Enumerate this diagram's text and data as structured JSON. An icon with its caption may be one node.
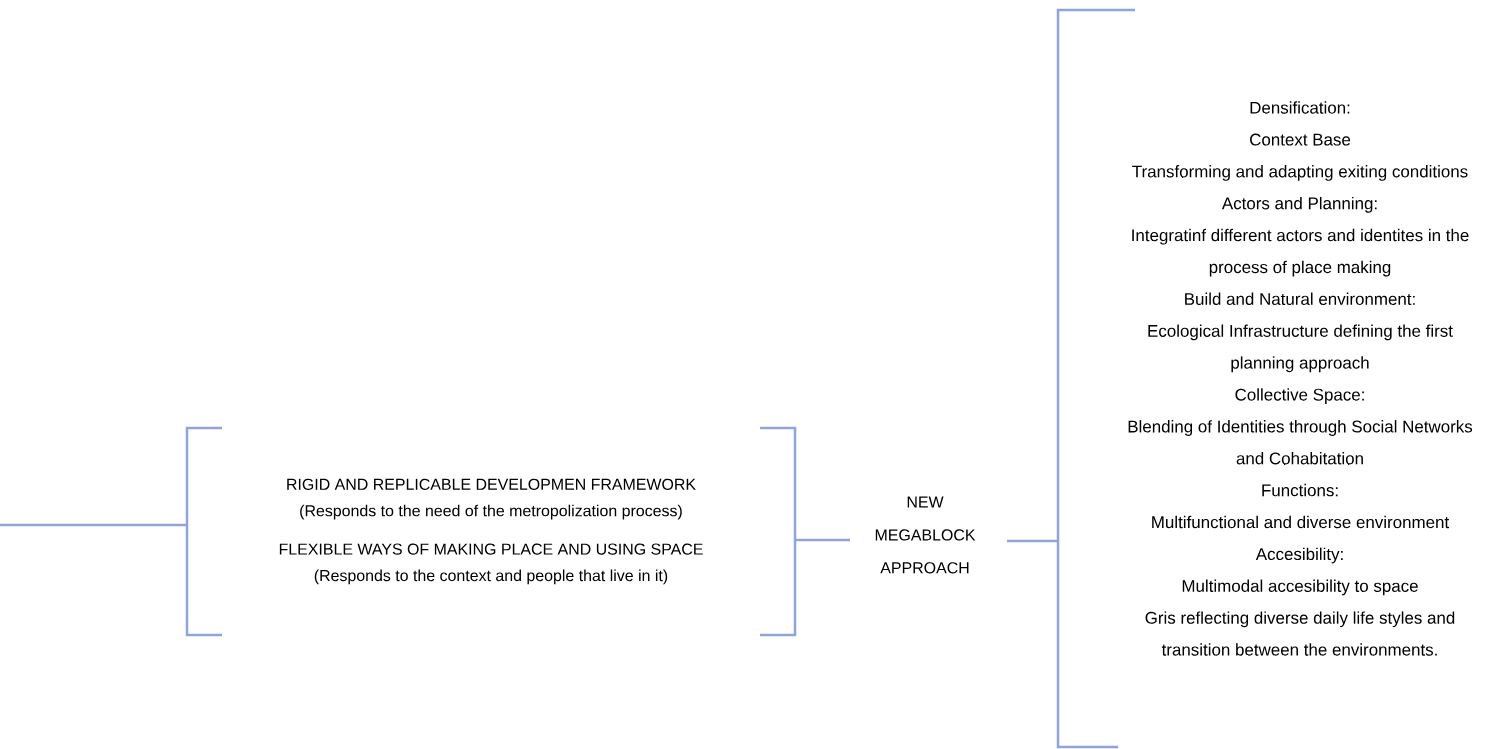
{
  "diagram": {
    "nodes": [
      {
        "text": [
          "RIGID AND REPLICABLE DEVELOPMEN FRAMEWORK",
          "(Responds to the need of the metropolization process)",
          "FLEXIBLE WAYS OF MAKING PLACE AND USING SPACE",
          "(Responds to the context and people that live in it)"
        ]
      },
      {
        "text": [
          "NEW MEGABLOCK APPROACH"
        ]
      },
      {
        "text": [
          "Densification:",
          "Context Base",
          "Transforming and adapting exiting conditions",
          "Actors and Planning:",
          "Integratinf different actors and identites in the process of place making",
          "Build and Natural environment:",
          "Ecological Infrastructure defining the first planning approach",
          "Collective Space:",
          "Blending of Identities through Social Networks and Cohabitation",
          "Functions:",
          "Multifunctional and diverse environment",
          "Accesibility:",
          "Multimodal accesibility to space",
          "Gris reflecting diverse daily life styles and transition between the environments."
        ]
      }
    ],
    "edges": [
      {
        "from": null,
        "to": 0,
        "arrow": "none"
      },
      {
        "from": 0,
        "to": 1,
        "arrow": "none"
      },
      {
        "from": 1,
        "to": 2,
        "arrow": "none"
      }
    ]
  }
}
